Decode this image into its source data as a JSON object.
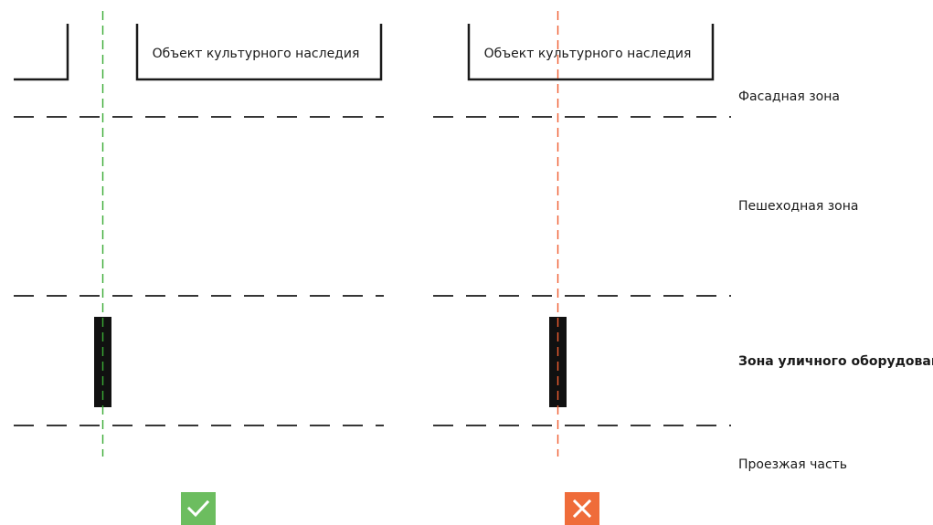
{
  "colors": {
    "correct": "#3aaa35",
    "wrong": "#ef5d30",
    "correct_badge": "#6cbd5f",
    "wrong_badge": "#ef6c3a",
    "line": "#1a1a1a"
  },
  "left_panel": {
    "building_label": "Объект культурного наследия",
    "badge_icon": "check-icon"
  },
  "right_panel": {
    "building_label": "Объект культурного наследия",
    "badge_icon": "cross-icon"
  },
  "zones": {
    "facade": "Фасадная зона",
    "pedestrian": "Пешеходная зона",
    "street_equipment": "Зона уличного оборудования",
    "roadway": "Проезжая часть"
  }
}
